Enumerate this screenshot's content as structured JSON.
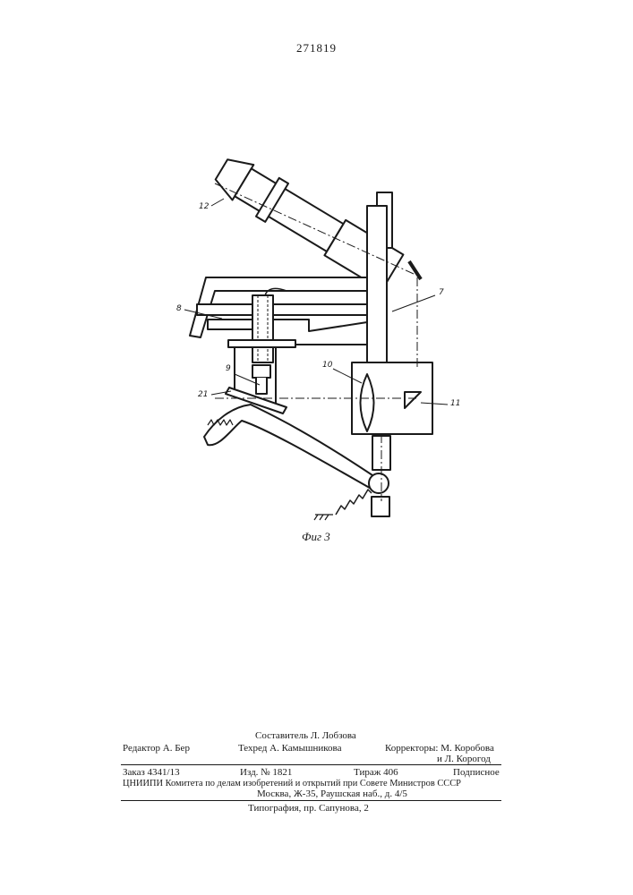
{
  "page_number": "271819",
  "figure": {
    "caption": "Фиг 3",
    "labels": {
      "l12": "12",
      "l8": "8",
      "l7": "7",
      "l9": "9",
      "l10": "10",
      "l11": "11",
      "l21": "21"
    }
  },
  "imprint": {
    "compiler": "Составитель Л. Лобзова",
    "editor": "Редактор А. Бер",
    "techeditor": "Техред А. Камышникова",
    "correctors_1": "Корректоры: М. Коробова",
    "correctors_2": "и Л. Корогод",
    "order": "Заказ 4341/13",
    "izd": "Изд. № 1821",
    "tirazh": "Тираж 406",
    "podpisnoe": "Подписное",
    "org_line": "ЦНИИПИ Комитета по делам изобретений и открытий при Совете Министров СССР",
    "address": "Москва, Ж-35, Раушская наб., д. 4/5",
    "printing": "Типография, пр. Сапунова, 2"
  }
}
